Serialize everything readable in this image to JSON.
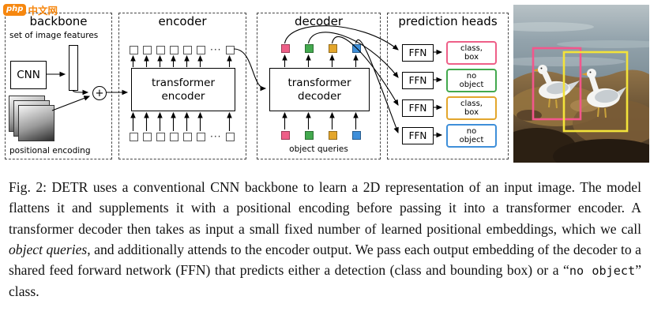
{
  "watermark": {
    "badge": "php",
    "site": "中文网"
  },
  "diagram": {
    "backbone": {
      "title": "backbone",
      "features_label": "set of image features",
      "cnn": "CNN",
      "plus": "+",
      "positional_label": "positional encoding"
    },
    "encoder": {
      "title": "encoder",
      "block_line1": "transformer",
      "block_line2": "encoder",
      "dots": "···"
    },
    "decoder": {
      "title": "decoder",
      "block_line1": "transformer",
      "block_line2": "decoder",
      "queries_label": "object queries"
    },
    "heads": {
      "title": "prediction heads",
      "ffn": "FFN",
      "outputs": [
        {
          "line1": "class,",
          "line2": "box"
        },
        {
          "line1": "no",
          "line2": "object"
        },
        {
          "line1": "class,",
          "line2": "box"
        },
        {
          "line1": "no",
          "line2": "object"
        }
      ]
    },
    "colors": {
      "queries": [
        "#ee5f88",
        "#43a94e",
        "#e3a62c",
        "#3f8fd9"
      ],
      "bbox_pink": "#f2578c",
      "bbox_yellow": "#f3e33a"
    }
  },
  "caption": {
    "s1": "Fig. 2: DETR uses a conventional CNN backbone to learn a 2D representation of an input image. The model flattens it and supplements it with a positional encoding before passing it into a transformer encoder. A transformer decoder then takes as input a small fixed number of learned positional embeddings, which we call ",
    "s2": "object queries",
    "s3": ", and additionally attends to the encoder output. We pass each output embedding of the decoder to a shared feed forward network (FFN) that predicts either a detection (class and bounding box) or a “",
    "s4": "no object",
    "s5": "” class."
  }
}
